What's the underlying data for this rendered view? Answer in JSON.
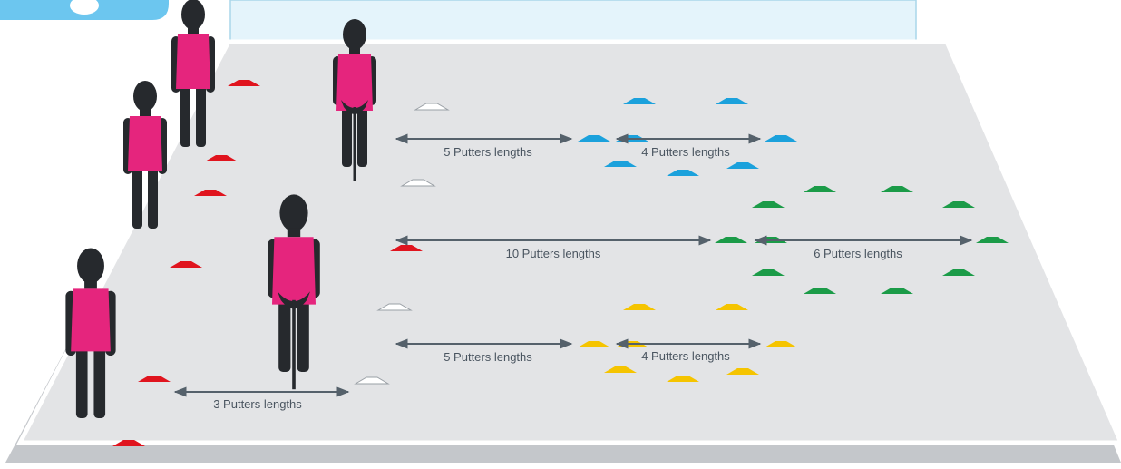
{
  "colors": {
    "field": "#e3e4e6",
    "field_border": "#ffffff",
    "field_shadow": "#c4c7cb",
    "wall": "#e4f4fb",
    "wall_border": "#a9d6ea",
    "badge": "#6cc6ef",
    "arrow": "#55616b",
    "player_body": "#26292d",
    "bib": "#e5257d",
    "cone_red": "#e0141e",
    "cone_blue": "#1ba1dc",
    "cone_green": "#1b9b48",
    "cone_yellow": "#f5c400",
    "cone_white": "#ffffff"
  },
  "distances": [
    {
      "id": "blue-a",
      "label": "5 Putters lengths"
    },
    {
      "id": "blue-b",
      "label": "4 Putters lengths"
    },
    {
      "id": "red-green",
      "label": "10 Putters lengths"
    },
    {
      "id": "green-b",
      "label": "6 Putters lengths"
    },
    {
      "id": "yellow-a",
      "label": "5 Putters lengths"
    },
    {
      "id": "yellow-b",
      "label": "4 Putters lengths"
    },
    {
      "id": "start",
      "label": "3 Putters lengths"
    }
  ],
  "cone_groups": {
    "red": "cone_red",
    "blue": "cone_blue",
    "green": "cone_green",
    "yellow": "cone_yellow",
    "white": "cone_white"
  }
}
